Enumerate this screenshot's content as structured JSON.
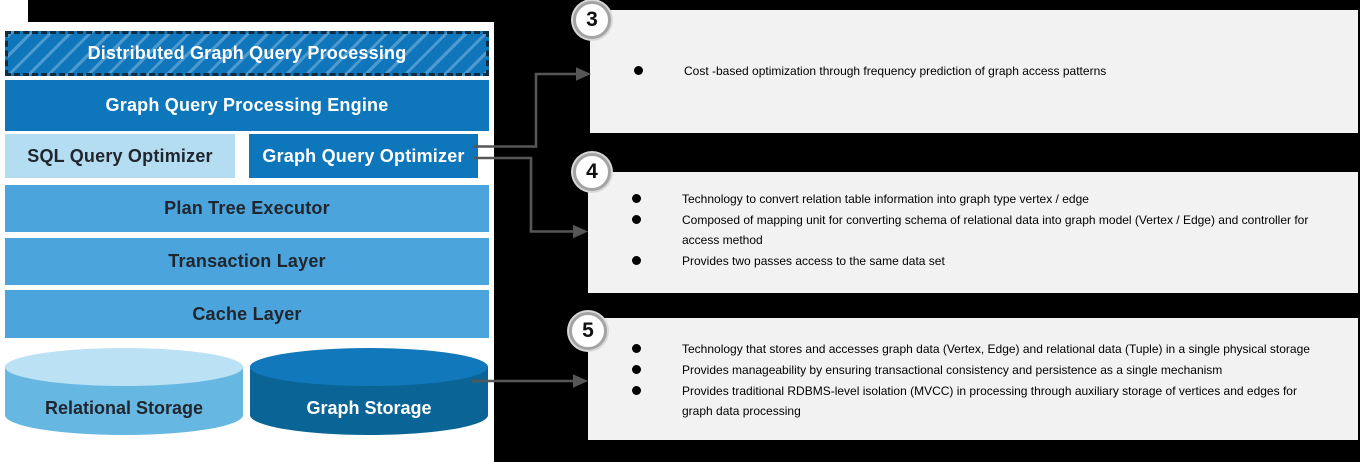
{
  "diagram": {
    "layers": {
      "distributed": "Distributed Graph Query Processing",
      "engine": "Graph Query Processing Engine",
      "sql_optimizer": "SQL Query Optimizer",
      "graph_optimizer": "Graph Query Optimizer",
      "plan_tree": "Plan Tree Executor",
      "transaction": "Transaction Layer",
      "cache": "Cache Layer"
    },
    "storage": {
      "relational": "Relational Storage",
      "graph": "Graph Storage"
    }
  },
  "callouts": [
    {
      "number": "3",
      "bullets": [
        [
          "Cost -based optimization through frequency prediction of graph access patterns"
        ]
      ]
    },
    {
      "number": "4",
      "bullets": [
        [
          "Technology to convert relation table information into graph type vertex / edge"
        ],
        [
          "Composed of mapping unit for converting schema of relational data into graph model (Vertex / Edge) and controller for",
          "access method"
        ],
        [
          "Provides two passes access to the same data set"
        ]
      ]
    },
    {
      "number": "5",
      "bullets": [
        [
          "Technology that stores and accesses graph data (Vertex, Edge) and relational data (Tuple) in a single physical storage"
        ],
        [
          "Provides manageability by ensuring transactional consistency and persistence as a single mechanism"
        ],
        [
          "Provides traditional RDBMS-level isolation (MVCC) in processing through auxiliary storage of vertices and edges for",
          "graph data processing"
        ]
      ]
    }
  ],
  "icons": {
    "bullet_dot": "filled-circle",
    "connector_arrow": "right-arrow"
  },
  "colors": {
    "background": "#ffffff",
    "backdrop_black": "#000000",
    "callout_panel_gray": "#f2f2f2",
    "primary_blue": "#0e76bb",
    "mid_blue": "#4ba4db",
    "light_blue": "#b5ddf2",
    "cylinder_light_body": "#66b8e2",
    "cylinder_light_top": "#bae1f4",
    "cylinder_dark_body": "#0b6496",
    "cylinder_dark_top": "#1278bc",
    "arrow_gray": "#565656",
    "circle_border_gray": "#a3a3a3"
  }
}
